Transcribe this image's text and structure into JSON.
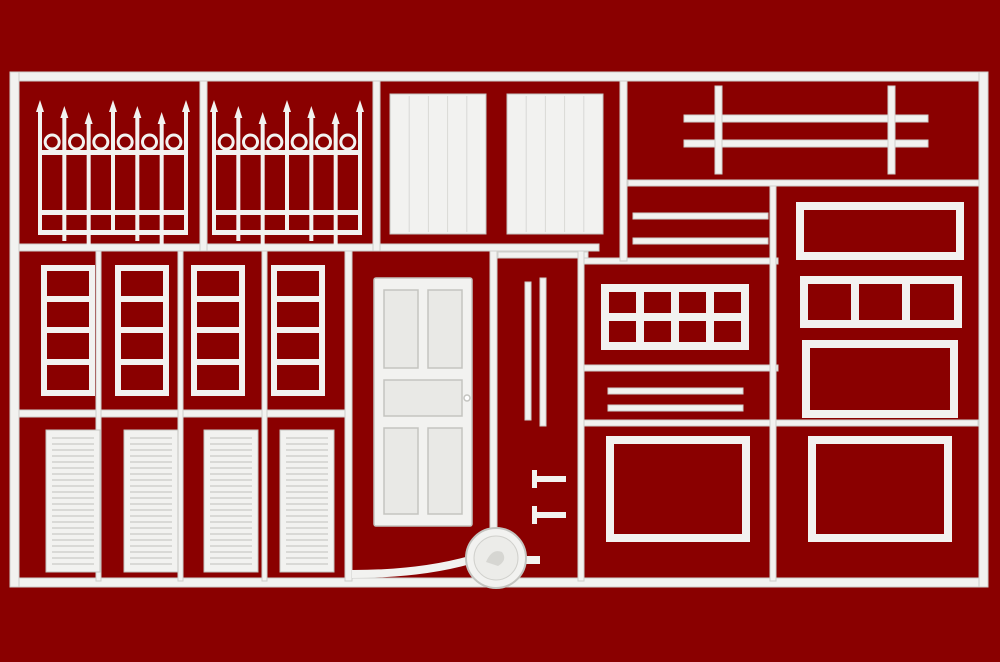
{
  "scene": {
    "subject": "model-kit-sprue",
    "colors": {
      "background": "#8a0000",
      "plastic": "#f2f2f0",
      "plastic_shade": "#d9d9d6",
      "plastic_edge": "#c4c4c0"
    },
    "parts": {
      "fences": 2,
      "shutters": 2,
      "window_frames": 4,
      "louvered_shutters": 4,
      "door_panels": 6,
      "balcony_rails": 2
    },
    "hub_logo": "brand-logo-icon"
  }
}
